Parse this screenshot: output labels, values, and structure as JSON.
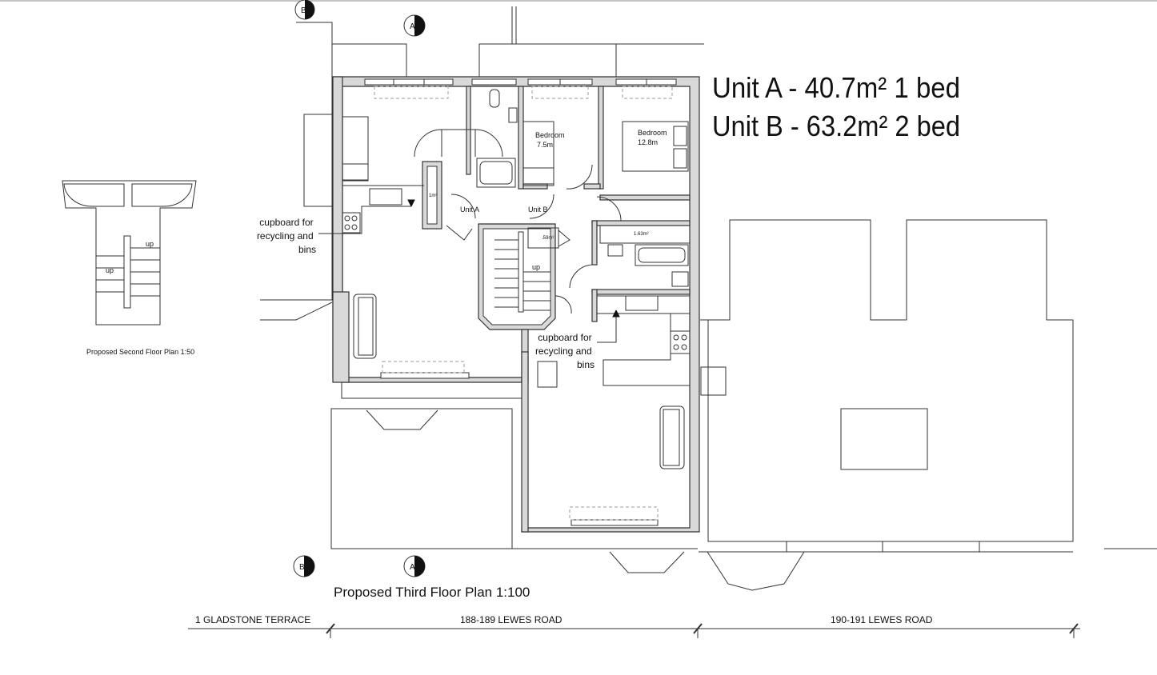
{
  "headline": {
    "unit_a": "Unit A - 40.7m² 1 bed",
    "unit_b": "Unit B - 63.2m² 2 bed"
  },
  "plan_title": "Proposed Third Floor Plan 1:100",
  "inset_title": "Proposed Second Floor Plan 1:50",
  "section_markers": {
    "a": "A",
    "b": "B"
  },
  "rooms": {
    "bedroom_small": "Bedroom",
    "bedroom_small_area": "7.5m",
    "bedroom_large": "Bedroom",
    "bedroom_large_area": "12.8m",
    "unit_a": "Unit A",
    "unit_b": "Unit B",
    "cupboard_a_area": "1m²",
    "cupboard_b_area": ".59m²",
    "bath_area": "1.63m²",
    "stair_up": "up",
    "inset_up_1": "up",
    "inset_up_2": "up"
  },
  "notes": {
    "cupboard_left": [
      "cupboard for",
      "recycling and",
      "bins"
    ],
    "cupboard_right": [
      "cupboard for",
      "recycling and",
      "bins"
    ]
  },
  "addresses": {
    "left": "1 GLADSTONE TERRACE",
    "middle": "188-189 LEWES ROAD",
    "right": "190-191 LEWES ROAD"
  }
}
